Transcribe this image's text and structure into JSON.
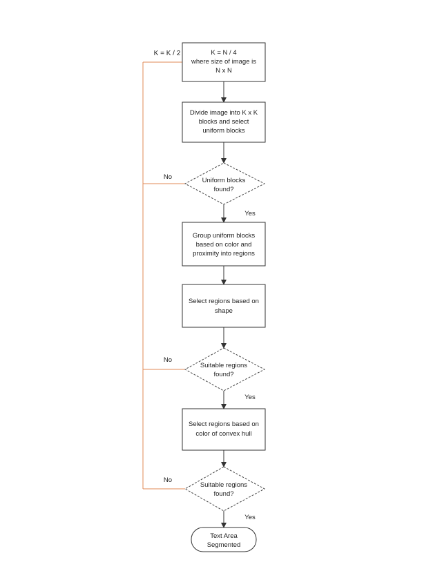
{
  "loop_label": "K = K / 2",
  "nodes": {
    "init": [
      "K = N / 4",
      "where size of image is",
      "N x N"
    ],
    "divide": [
      "Divide image into K x K",
      "blocks and select",
      "uniform blocks"
    ],
    "decision1": [
      "Uniform blocks",
      "found?"
    ],
    "group": [
      "Group uniform blocks",
      "based on color and",
      "proximity into regions"
    ],
    "shape": [
      "Select regions based on",
      "shape"
    ],
    "decision2": [
      "Suitable regions",
      "found?"
    ],
    "hull": [
      "Select regions based on",
      "color of convex hull"
    ],
    "decision3": [
      "Suitable regions",
      "found?"
    ],
    "end": [
      "Text Area",
      "Segmented"
    ]
  },
  "edge_labels": {
    "no": "No",
    "yes": "Yes"
  },
  "colors": {
    "loop_line": "#e08a55",
    "box_stroke": "#333333"
  }
}
